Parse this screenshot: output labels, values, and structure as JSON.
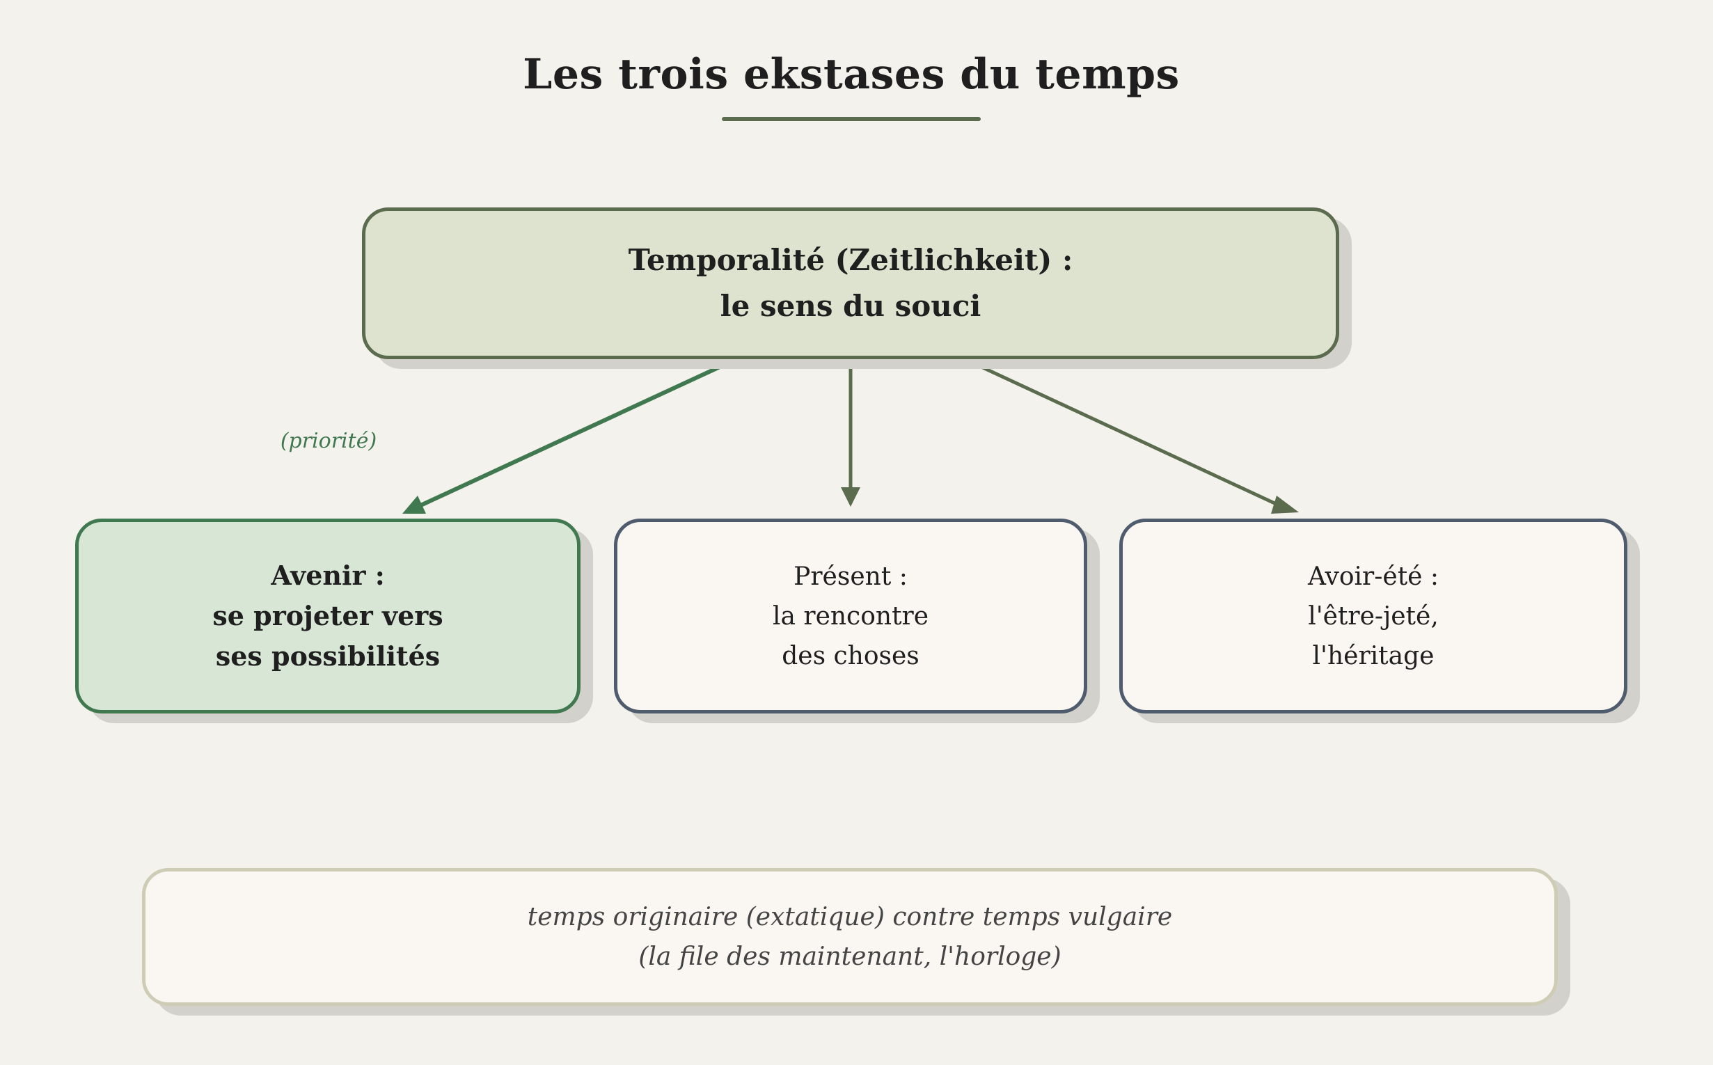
{
  "diagram": {
    "title": "Les trois ekstases du temps",
    "root": {
      "text": "Temporalité (Zeitlichkeit) :\nle sens du souci"
    },
    "ekstases": [
      {
        "id": "avenir",
        "text": "Avenir :\nse projeter vers\nses possibilités"
      },
      {
        "id": "present",
        "text": "Présent :\nla rencontre\ndes choses"
      },
      {
        "id": "avoir-ete",
        "text": "Avoir-été :\nl'être-jeté,\nl'héritage"
      }
    ],
    "edge_label": "(priorité)",
    "note": "temps originaire (extatique) contre temps vulgaire\n(la file des maintenant, l'horloge)"
  },
  "colors": {
    "background": "#f4f2ec",
    "root_fill": "#dee3cf",
    "root_border": "#5b6b4e",
    "priority_green": "#40784f",
    "box_border_slate": "#4e5c6e",
    "note_border": "#cfccb6"
  }
}
